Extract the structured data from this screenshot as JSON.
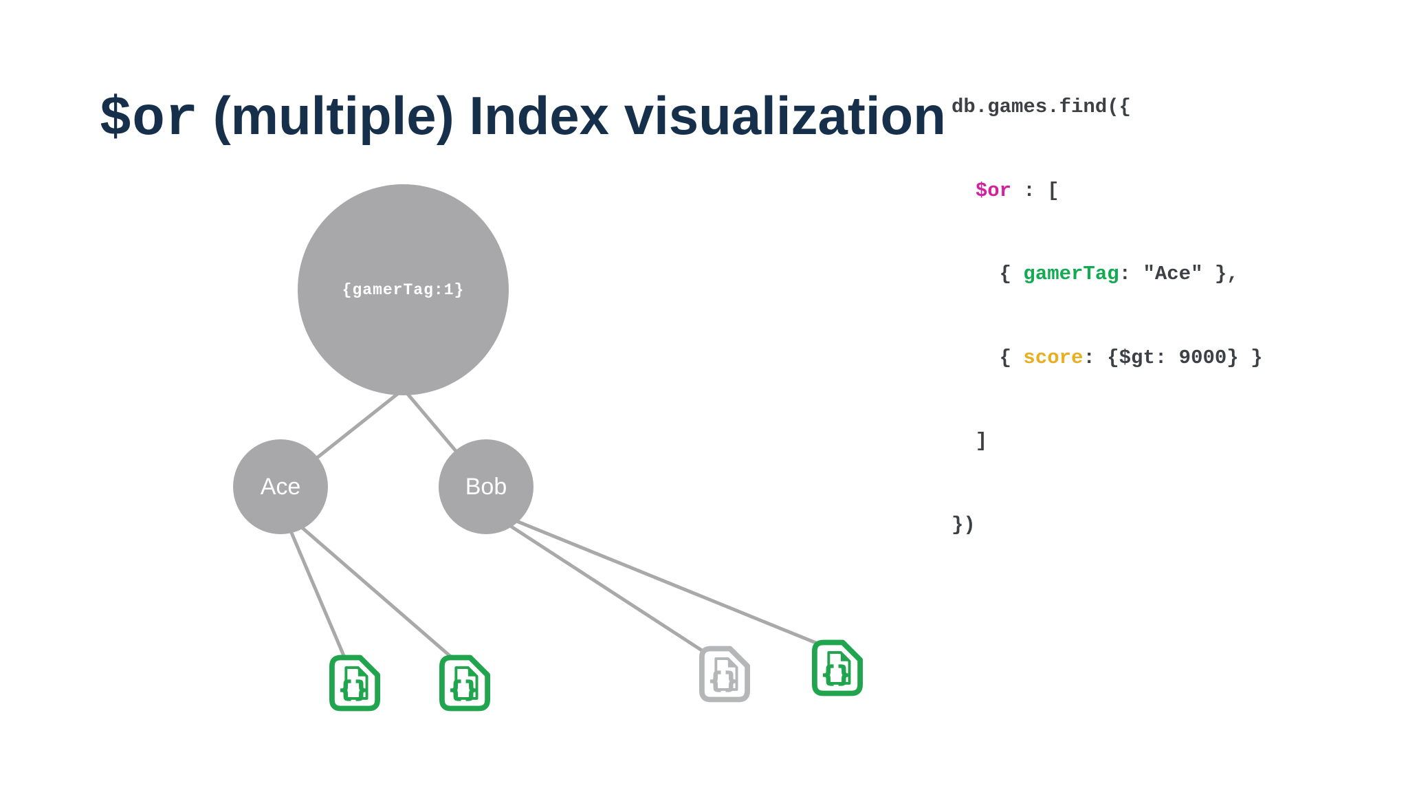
{
  "title": {
    "prefix": "$or",
    "rest": " (multiple) Index visualization"
  },
  "code": {
    "line1": "db.games.find({",
    "line2": {
      "indent": "  ",
      "operator": "$or",
      "rest": " : ["
    },
    "line3": {
      "pre": "    { ",
      "key": "gamerTag",
      "rest": ": \"Ace\" },"
    },
    "line4": {
      "pre": "    { ",
      "key": "score",
      "rest": ": {$gt: 9000} }"
    },
    "line5": "  ]",
    "line6": "})"
  },
  "tree": {
    "root": {
      "label": "{gamerTag:1}"
    },
    "children": [
      {
        "label": "Ace"
      },
      {
        "label": "Bob"
      }
    ],
    "leaves": [
      {
        "name": "document-1",
        "variant": "green",
        "braces": "{}"
      },
      {
        "name": "document-2",
        "variant": "green",
        "braces": "{}"
      },
      {
        "name": "document-3",
        "variant": "gray",
        "braces": "{}"
      },
      {
        "name": "document-4",
        "variant": "green",
        "braces": "{}"
      }
    ]
  },
  "colors": {
    "title_navy": "#16304b",
    "code_plain": "#3d4045",
    "operator_magenta": "#d1219c",
    "key_green": "#13aa52",
    "key_yellow": "#e8b020",
    "node_gray": "#a8a8aa",
    "edge_gray": "#a9a9a9",
    "doc_green": "#21a44e",
    "doc_gray": "#b5b6b8"
  }
}
